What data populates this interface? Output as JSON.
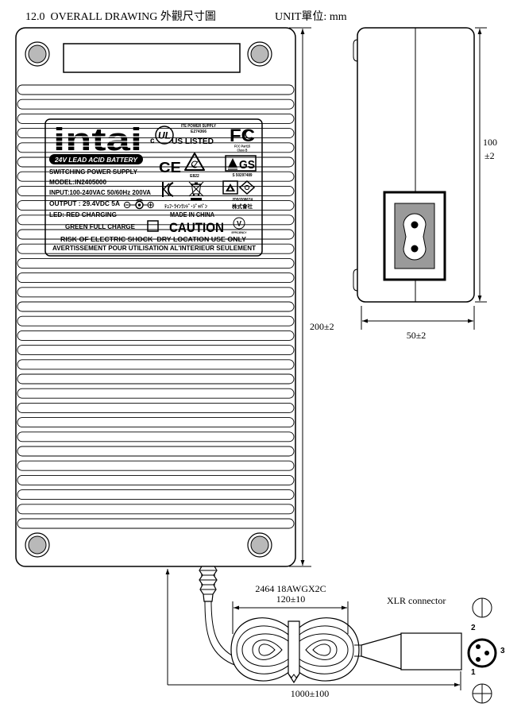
{
  "header": {
    "title": "12.0  OVERALL DRAWING 外觀尺寸圖",
    "unit": "UNIT單位: mm"
  },
  "label": {
    "brand": "intai",
    "battery": "24V LEAD ACID BATTERY",
    "ul_top": "ITE POWER SUPPLY",
    "ul_file": "E274366",
    "ul_c": "c",
    "ul_logo": "UL",
    "ul_listed": "US LISTED",
    "fcc_logo": "FC",
    "fcc_part": "FCC Part15",
    "fcc_class": "Class B",
    "ce_logo": "CE",
    "e_code": "E822",
    "gs_logo": "GS",
    "gs_code": "S 50297489",
    "jd_code": "JD50308674",
    "tuv_kana": "ﾃｭﾌ･ﾗｲﾝﾗﾝﾄﾞ･ｼﾞｬﾊﾟﾝ",
    "tuv_kanji": "株式會社",
    "switching": "SWITCHING POWER SUPPLY",
    "model": "MODEL:IN2405000",
    "input": "INPUT:100-240VAC 50/60Hz 200VA",
    "output": "OUTPUT : 29.4VDC 5A",
    "led_red": "LED: RED CHARGING",
    "led_green": "GREEN FULL CHARGE",
    "made_in": "MADE IN CHINA",
    "caution": "CAUTION",
    "efficiency_mark": "V",
    "efficiency": "EFFICIENCY",
    "warning_en": "RISK OF ELECTRIC SHOCK  DRY LOCATION USE ONLY",
    "warning_fr": "AVERTISSEMENT POUR UTILISATION AL'INTERIEUR SEULEMENT"
  },
  "dimensions": {
    "length": "200±2",
    "height_value": "100",
    "height_tol": "±2",
    "width": "50±2",
    "cable_spec": "2464 18AWGX2C",
    "coil": "120±10",
    "cable_length": "1000±100"
  },
  "connector": {
    "name": "XLR connector",
    "pin_top": "2",
    "pin_right": "3",
    "pin_bottom": "1"
  }
}
